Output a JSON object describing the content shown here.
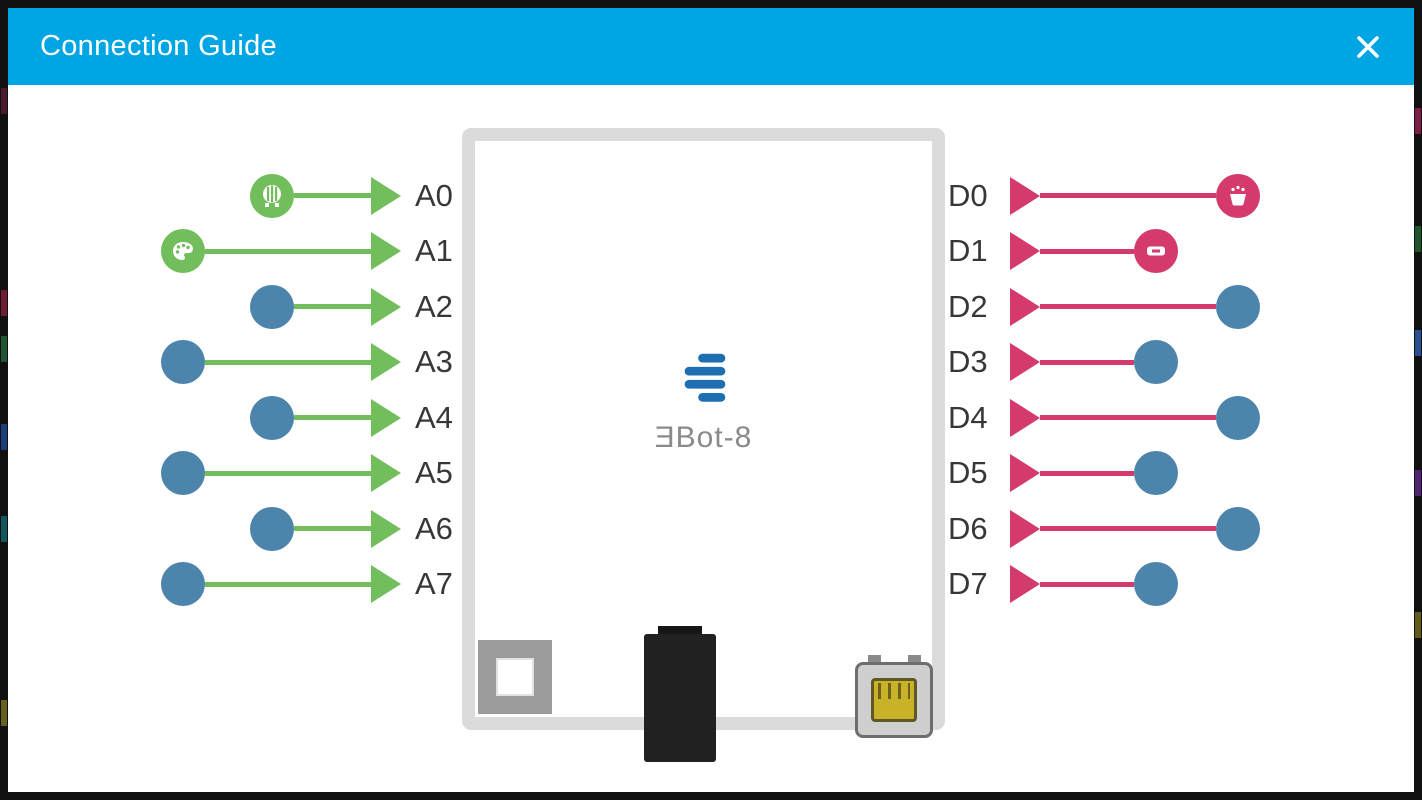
{
  "window": {
    "title": "Connection Guide",
    "close_icon": "✕"
  },
  "palette": {
    "header_bg": "#00A5E3",
    "analog_green": "#72BE5C",
    "digital_pink": "#D43A6C",
    "unconnected_blue": "#4C84AC",
    "board_outline_gray": "#DBDBDB",
    "logo_blue": "#1E6FB2",
    "pin_label_text": "#373737",
    "logo_text_gray": "#8A8A8A"
  },
  "board": {
    "logo_text": "ƎBot-8",
    "ports": [
      {
        "name": "push-button"
      },
      {
        "name": "power-jack"
      },
      {
        "name": "mini-usb-port"
      }
    ]
  },
  "pins": {
    "analog": [
      {
        "label": "A0",
        "connected": true,
        "device_icon": "knob-icon"
      },
      {
        "label": "A1",
        "connected": true,
        "device_icon": "palette-icon"
      },
      {
        "label": "A2",
        "connected": false
      },
      {
        "label": "A3",
        "connected": false
      },
      {
        "label": "A4",
        "connected": false
      },
      {
        "label": "A5",
        "connected": false
      },
      {
        "label": "A6",
        "connected": false
      },
      {
        "label": "A7",
        "connected": false
      }
    ],
    "digital": [
      {
        "label": "D0",
        "connected": true,
        "device_icon": "bowl-icon"
      },
      {
        "label": "D1",
        "connected": true,
        "device_icon": "led-icon"
      },
      {
        "label": "D2",
        "connected": false
      },
      {
        "label": "D3",
        "connected": false
      },
      {
        "label": "D4",
        "connected": false
      },
      {
        "label": "D5",
        "connected": false
      },
      {
        "label": "D6",
        "connected": false
      },
      {
        "label": "D7",
        "connected": false
      }
    ]
  }
}
